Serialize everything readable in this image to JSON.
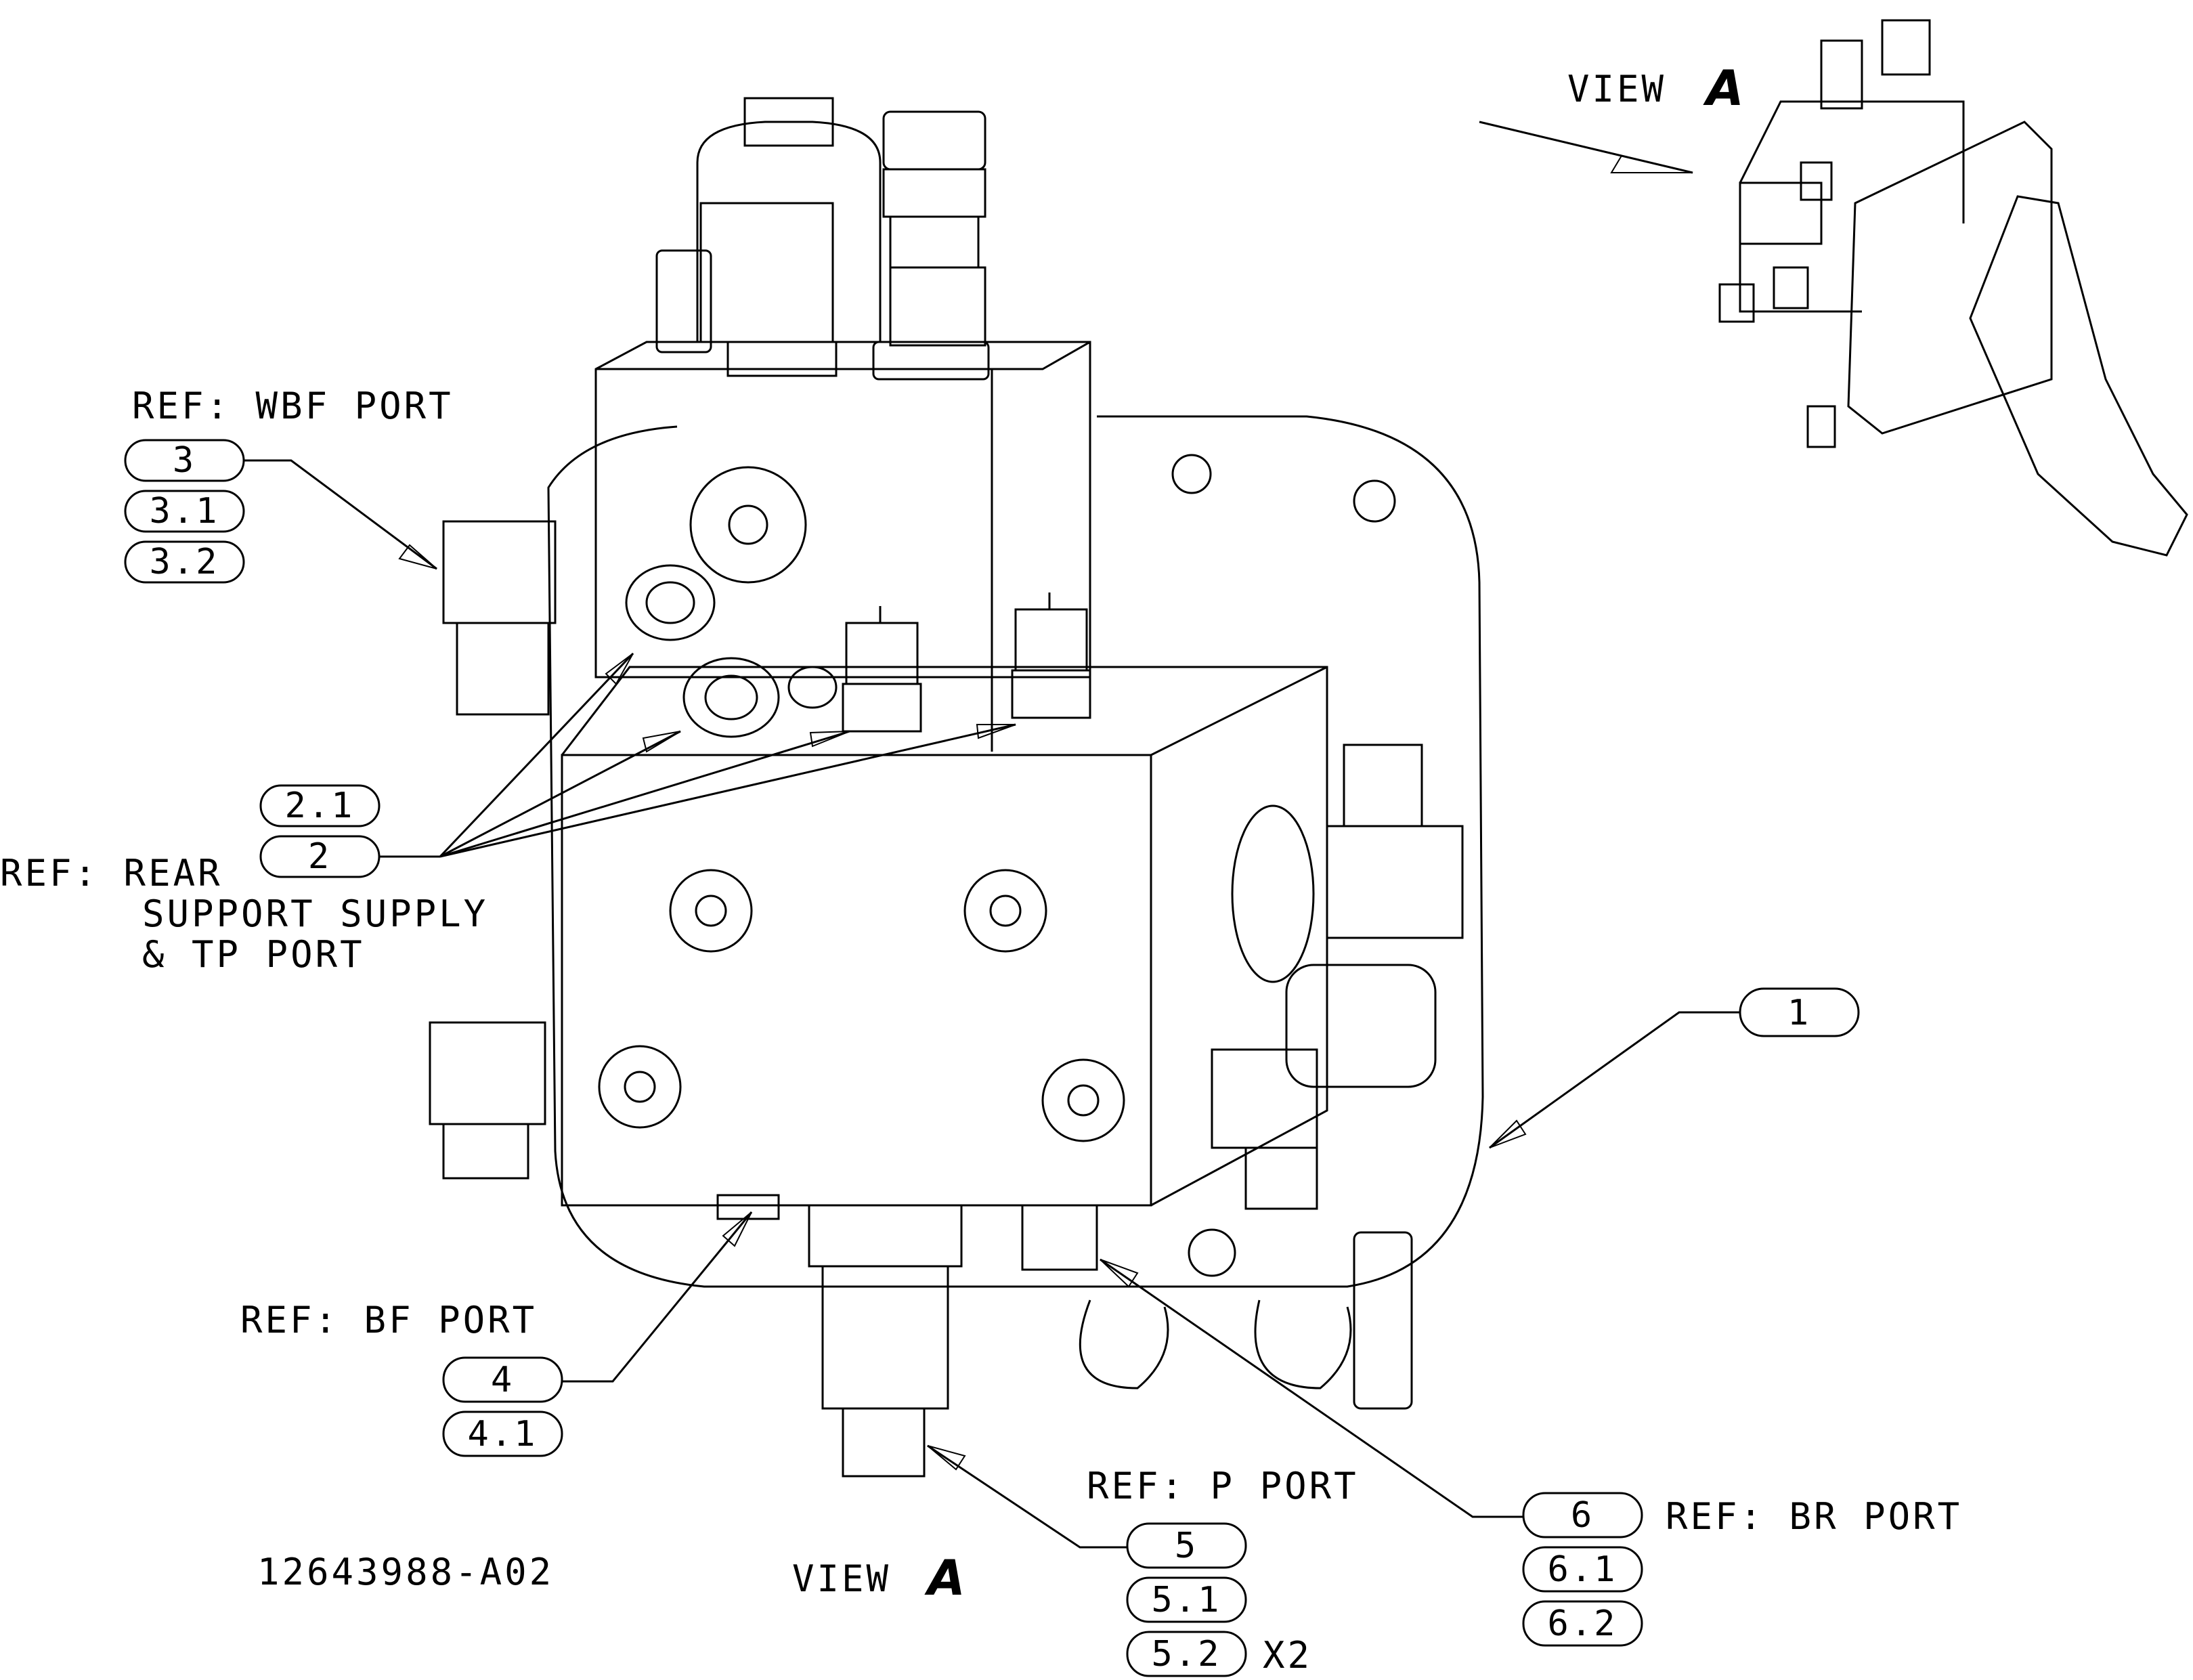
{
  "drawing_number": "12643988-A02",
  "view_label": "VIEW",
  "view_letter": "A",
  "refs": {
    "wbf": "REF: WBF PORT",
    "rear_1": "REF: REAR",
    "rear_2": "SUPPORT SUPPLY",
    "rear_3": "& TP PORT",
    "bf": "REF: BF PORT",
    "p": "REF: P PORT",
    "br": "REF: BR PORT"
  },
  "balloons": {
    "b1": "1",
    "b2": "2",
    "b2_1": "2.1",
    "b3": "3",
    "b3_1": "3.1",
    "b3_2": "3.2",
    "b4": "4",
    "b4_1": "4.1",
    "b5": "5",
    "b5_1": "5.1",
    "b5_2": "5.2",
    "b6": "6",
    "b6_1": "6.1",
    "b6_2": "6.2"
  },
  "qty_note": "X2"
}
